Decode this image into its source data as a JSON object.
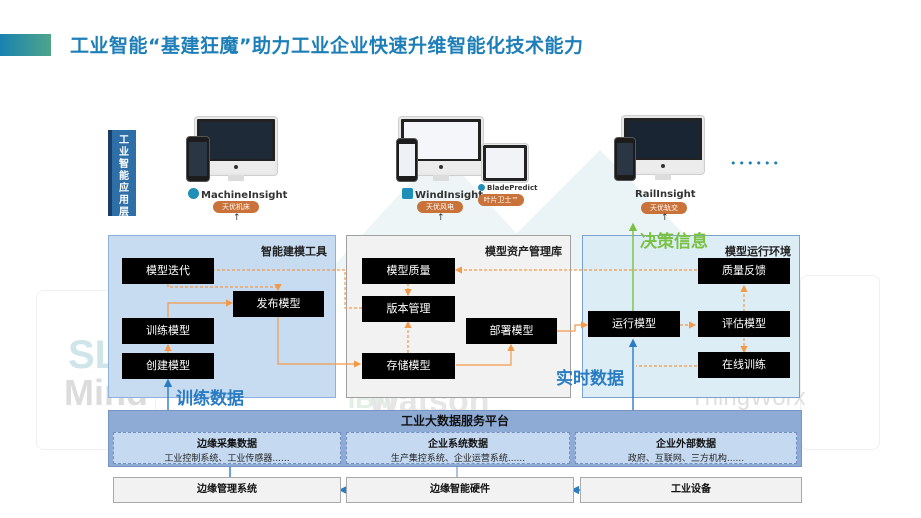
{
  "title": "工业智能“基建狂魔”助力工业企业快速升维智能化技术能力",
  "layer_label": [
    "工",
    "业",
    "智",
    "能",
    "应",
    "用",
    "层"
  ],
  "products": [
    {
      "name": "MachineInsight",
      "tag": "天优机床"
    },
    {
      "name": "WindInsight",
      "tag": "天优风电"
    },
    {
      "name": "BladePredict",
      "tag": "叶片卫士™"
    },
    {
      "name": "RailInsight",
      "tag": "天优轨交"
    }
  ],
  "more_indicator": "••••••",
  "panels": {
    "modeling_tool": {
      "title": "智能建模工具",
      "nodes": {
        "iterate": "模型迭代",
        "publish": "发布模型",
        "train": "训练模型",
        "create": "创建模型"
      }
    },
    "asset_library": {
      "title": "模型资产管理库",
      "nodes": {
        "quality": "模型质量",
        "version": "版本管理",
        "deploy": "部署模型",
        "store": "存储模型"
      }
    },
    "runtime_env": {
      "title": "模型运行环境",
      "nodes": {
        "feedback": "质量反馈",
        "run": "运行模型",
        "evaluate": "评估模型",
        "online_train": "在线训练"
      }
    }
  },
  "flow_labels": {
    "training_data": "训练数据",
    "realtime_data": "实时数据",
    "decision_info": "决策信息"
  },
  "platform": {
    "title": "工业大数据服务平台",
    "sources": [
      {
        "title": "边缘采集数据",
        "desc": "工业控制系统、工业传感器......"
      },
      {
        "title": "企业系统数据",
        "desc": "生产集控系统、企业运营系统......"
      },
      {
        "title": "企业外部数据",
        "desc": "政府、互联网、三方机构......"
      }
    ]
  },
  "bottom": [
    "边缘管理系统",
    "边缘智能硬件",
    "工业设备"
  ],
  "watermarks": {
    "sl": "SL",
    "mind": "Mind",
    "ibm": "IBM",
    "watson": "Watson",
    "thingworx": "ThingWorx"
  },
  "colors": {
    "title": "#1e7fb8",
    "orange_flow": "#f39a4a",
    "blue_flow": "#2a7cc2",
    "green_flow": "#7ac143",
    "pill": "#c9733a"
  }
}
